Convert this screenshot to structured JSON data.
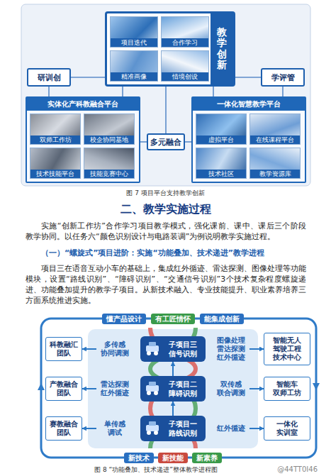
{
  "diagram": {
    "title": "二、教学实施过程",
    "caption": "图 7 项目平台支持教学创新",
    "nodes": [
      {
        "text": [
          "教学创新"
        ]
      },
      {
        "text": [
          "项目迭代"
        ],
        "in": 0
      },
      {
        "text": [
          "合作学习"
        ],
        "in": 0
      },
      {
        "text": [
          "精准画像"
        ],
        "in": 0
      },
      {
        "text": [
          "情境创设"
        ],
        "in": 0
      },
      {
        "text": [
          "研训创"
        ]
      },
      {
        "text": [
          "学评管"
        ]
      },
      {
        "text": [
          "实体化产科教融合平台"
        ]
      },
      {
        "text": [
          "双师工作坊"
        ],
        "in": 7
      },
      {
        "text": [
          "校企协同基地"
        ],
        "in": 7
      },
      {
        "text": [
          "技术技能平台"
        ],
        "in": 7
      },
      {
        "text": [
          "技能竞赛中心"
        ],
        "in": 7
      },
      {
        "text": [
          "一体化智慧教学平台"
        ]
      },
      {
        "text": [
          "虚拟平台"
        ],
        "in": 12
      },
      {
        "text": [
          "在线课程平台"
        ],
        "in": 12
      },
      {
        "text": [
          "技术社区"
        ],
        "in": 12
      },
      {
        "text": [
          "教学资源库"
        ],
        "in": 12
      },
      {
        "text": [
          "多元融合"
        ]
      },
      {
        "text": [
          "懂产品设计"
        ]
      },
      {
        "text": [
          "有工匠情怀"
        ]
      },
      {
        "text": [
          "能集成创新"
        ]
      },
      {
        "text": [
          "科教融汇 团队"
        ]
      },
      {
        "text": [
          "多传感 协同调测"
        ]
      },
      {
        "text": [
          "子项目三",
          "信号识别"
        ]
      },
      {
        "text": [
          "图像处理 雷达探测 红外循迹"
        ]
      },
      {
        "text": [
          "智能无人 驾驶工程 技术中心"
        ]
      },
      {
        "text": [
          "产教融合 团队"
        ]
      },
      {
        "text": [
          "雷达探测 红外循迹"
        ]
      },
      {
        "text": [
          "子项目二",
          "障碍识别"
        ]
      },
      {
        "text": [
          "双传感 联合调测"
        ]
      },
      {
        "text": [
          "智能车 双师工坊"
        ]
      },
      {
        "text": [
          "赛教融合 团队"
        ]
      },
      {
        "text": [
          "单传感 调试"
        ]
      },
      {
        "text": [
          "子项目一",
          "路线识别"
        ]
      },
      {
        "text": [
          "红外循迹"
        ]
      },
      {
        "text": [
          "一体化 实训室"
        ]
      },
      {
        "text": [
          "新技术"
        ]
      },
      {
        "text": [
          "新技能"
        ]
      },
      {
        "text": [
          "新素养"
        ]
      }
    ],
    "edges": [
      {
        "from": 5,
        "to": 0,
        "arrow": "none"
      },
      {
        "from": 6,
        "to": 0,
        "arrow": "none"
      },
      {
        "from": 5,
        "to": 7,
        "arrow": "none"
      },
      {
        "from": 6,
        "to": 12,
        "arrow": "none"
      },
      {
        "from": 0,
        "to": 17,
        "arrow": "none"
      },
      {
        "from": 17,
        "to": 7,
        "arrow": "none"
      },
      {
        "from": 17,
        "to": 12,
        "arrow": "none"
      },
      {
        "from": 0,
        "to": 7,
        "arrow": "none"
      },
      {
        "from": 0,
        "to": 12,
        "arrow": "none"
      },
      {
        "from": 22,
        "to": 21,
        "arrow": "to"
      },
      {
        "from": 24,
        "to": 25,
        "arrow": "to"
      },
      {
        "from": 27,
        "to": 26,
        "arrow": "to"
      },
      {
        "from": 29,
        "to": 30,
        "arrow": "to"
      },
      {
        "from": 32,
        "to": 31,
        "arrow": "to"
      },
      {
        "from": 34,
        "to": 35,
        "arrow": "to"
      },
      {
        "from": 33,
        "to": 28,
        "arrow": "to"
      },
      {
        "from": 28,
        "to": 23,
        "arrow": "to"
      }
    ],
    "labels": [
      "实施“创新工作坊”合作学习项目教学模式，强化课前、课中、课后三个阶段教学协同。以任务六“颜色识别设计与电路装调”为例说明教学实施过程。",
      "（一）“螺旋式”项目进阶：实施“功能叠加、技术递进”教学进程",
      "项目三在语音互动小车的基础上，集成红外循迹、雷达探测、图像处理等功能模块，设置“路线识别”、“障碍识别”、“交通信号识别”3个技术复杂程度螺旋递进、功能叠加提升的教学子项目。从新技术融入、专业技能提升、职业素养培养三方面系统推进实施。",
      "图 8 “功能叠加、技术递进”整体教学进程图",
      "@44TT0I46"
    ]
  }
}
